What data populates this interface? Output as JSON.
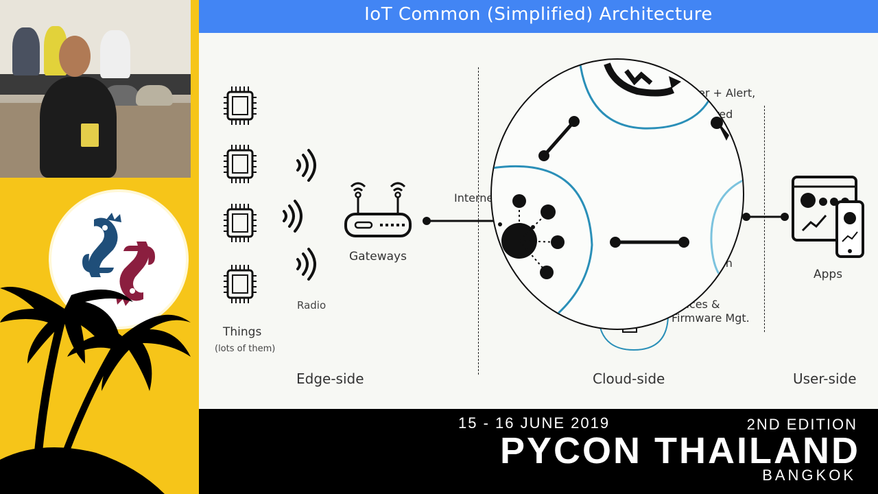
{
  "slide": {
    "title": "IoT Common (Simplified) Architecture",
    "things_label": "Things",
    "things_sublabel": "(lots of them)",
    "radio_label": "Radio",
    "gateways_label": "Gateways",
    "internet_label": "Interne",
    "alert_label_1": "er + Alert,",
    "alert_label_2": "red",
    "on_label": "on",
    "devices_label_1": "vices &",
    "devices_label_2": "Firmware Mgt.",
    "apps_label": "Apps",
    "edge_side": "Edge-side",
    "cloud_side": "Cloud-side",
    "user_side": "User-side"
  },
  "banner": {
    "date": "15 - 16 JUNE 2019",
    "edition": "2ND EDITION",
    "title": "PYCON THAILAND",
    "city": "BANGKOK"
  },
  "colors": {
    "accent": "#4285f4",
    "brand_yellow": "#f6c519",
    "python_blue": "#1f4e79",
    "python_red": "#8b1e3f",
    "teal_ring": "#2a8fb8"
  }
}
